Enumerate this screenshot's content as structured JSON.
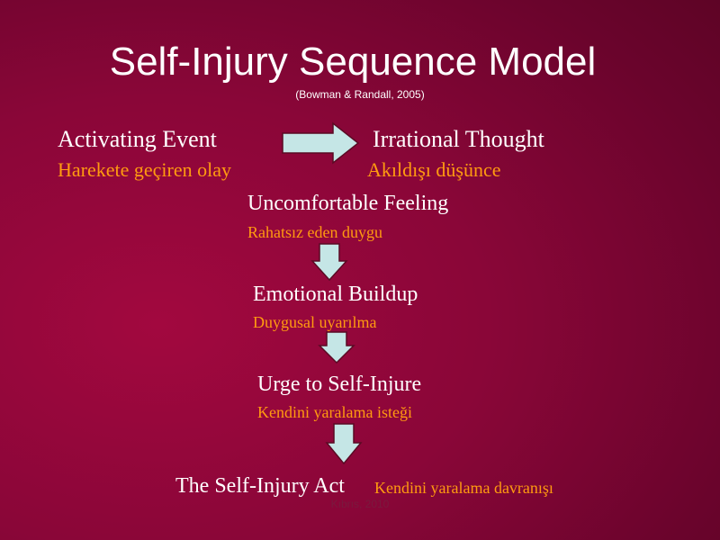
{
  "slide": {
    "title": "Self-Injury Sequence Model",
    "citation": "(Bowman & Randall, 2005)",
    "footer": "Kıbrıs, 2010"
  },
  "diagram": {
    "arrow_color": "#c5e6e6",
    "steps": [
      {
        "en": "Activating Event",
        "tr": "Harekete geçiren olay"
      },
      {
        "en": "Irrational Thought",
        "tr": "Akıldışı düşünce"
      },
      {
        "en": "Uncomfortable Feeling",
        "tr": "Rahatsız eden duygu"
      },
      {
        "en": "Emotional Buildup",
        "tr": "Duygusal uyarılma"
      },
      {
        "en": "Urge to Self-Injure",
        "tr": "Kendini yaralama isteği"
      },
      {
        "en": "The Self-Injury Act",
        "tr": "Kendini yaralama davranışı"
      }
    ],
    "arrows": [
      {
        "from": "Activating Event",
        "to": "Irrational Thought",
        "direction": "right"
      },
      {
        "from": "Uncomfortable Feeling",
        "to": "Emotional Buildup",
        "direction": "down"
      },
      {
        "from": "Emotional Buildup",
        "to": "Urge to Self-Injure",
        "direction": "down"
      },
      {
        "from": "Urge to Self-Injure",
        "to": "The Self-Injury Act",
        "direction": "down"
      }
    ]
  }
}
